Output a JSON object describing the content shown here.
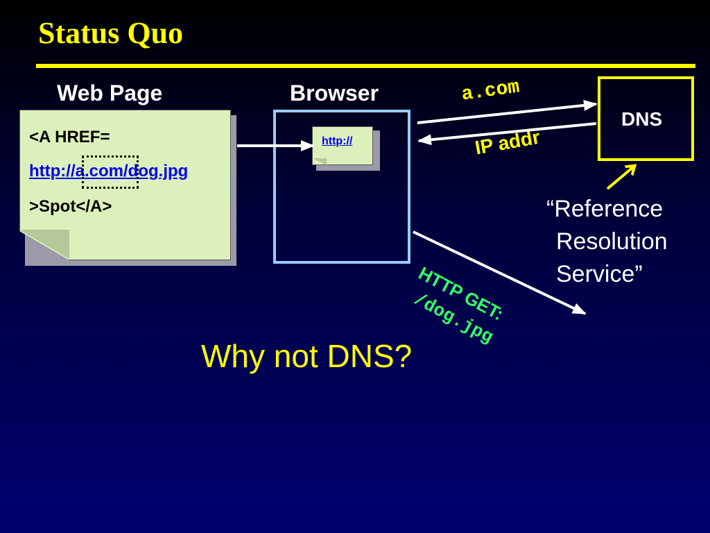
{
  "title": "Status Quo",
  "labels": {
    "web_page": "Web Page",
    "browser": "Browser"
  },
  "web_page_note": {
    "line1": "<A HREF=",
    "link": "http://a.com/dog.jpg",
    "line3": ">Spot</A>"
  },
  "browser_note": "http://",
  "dns_box": "DNS",
  "edges": {
    "query": "a.com",
    "reply": "IP addr",
    "http_get_1": "HTTP GET:",
    "http_get_2": "/dog.jpg"
  },
  "annotation": {
    "line1": "“Reference",
    "line2": "Resolution",
    "line3": "Service”"
  },
  "question": "Why not DNS?",
  "colors": {
    "title": "#ffff00",
    "accent": "#ffff00",
    "browser_border": "#99ccff",
    "note_fill": "#dcf0bc",
    "http_text": "#33ff66",
    "link": "#0000ee"
  }
}
